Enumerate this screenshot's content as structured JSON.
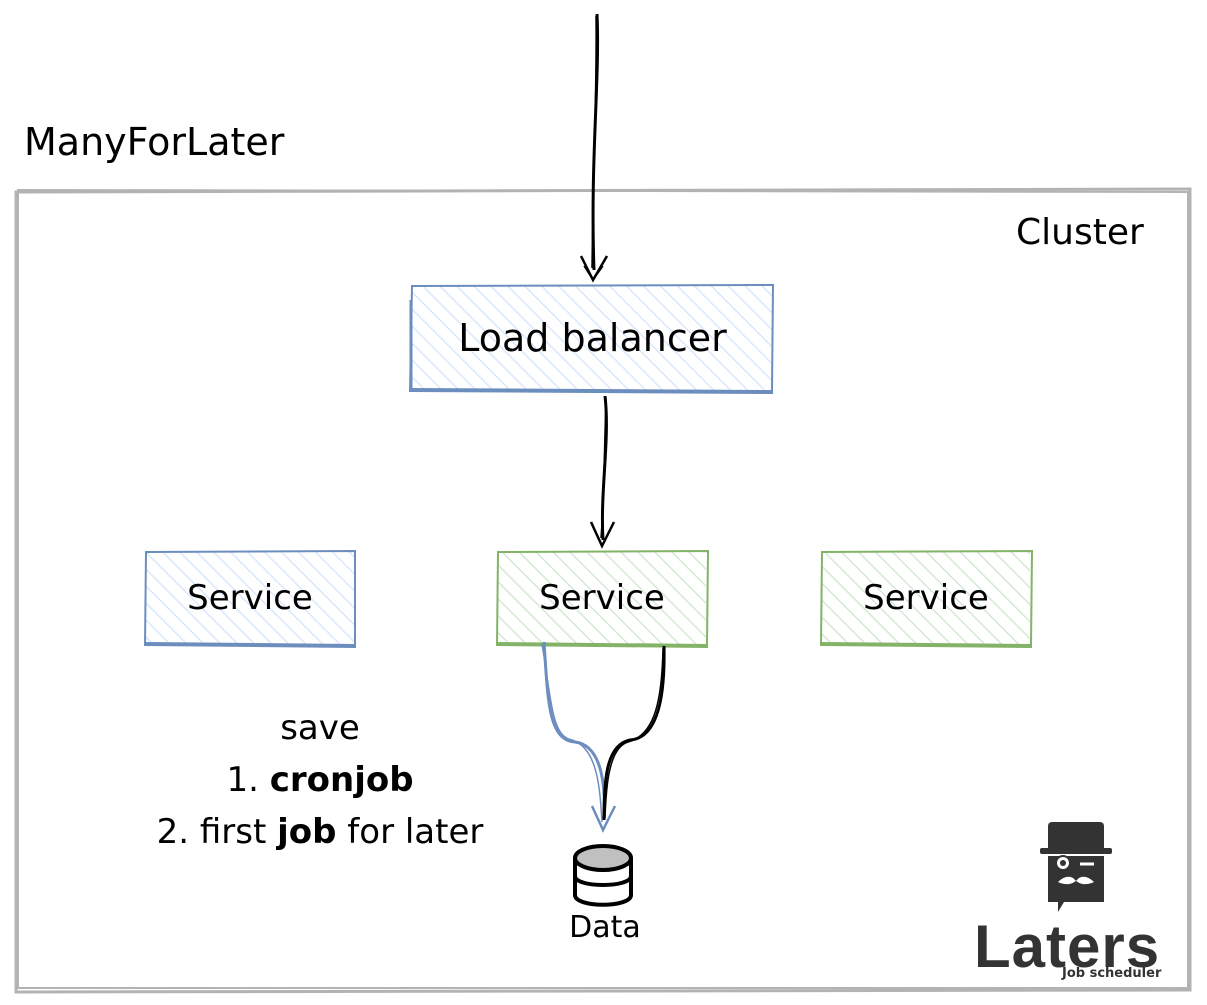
{
  "title": "ManyForLater",
  "cluster_label": "Cluster",
  "load_balancer_label": "Load balancer",
  "services": [
    {
      "label": "Service"
    },
    {
      "label": "Service"
    },
    {
      "label": "Service"
    }
  ],
  "note": {
    "heading": "save",
    "item1_prefix": "1.",
    "item1_bold": "cronjob",
    "item2_prefix": "2. first",
    "item2_bold": "job",
    "item2_suffix": "for later"
  },
  "datastore_label": "Data",
  "logo": {
    "name": "Laters",
    "tagline": "Job scheduler"
  },
  "colors": {
    "blue_stroke": "#6c8ebf",
    "blue_fill": "#dae8fc",
    "green_stroke": "#82b366",
    "green_fill": "#d5e8d4",
    "cluster_stroke": "#b3b3b3",
    "arrow": "#000000"
  }
}
